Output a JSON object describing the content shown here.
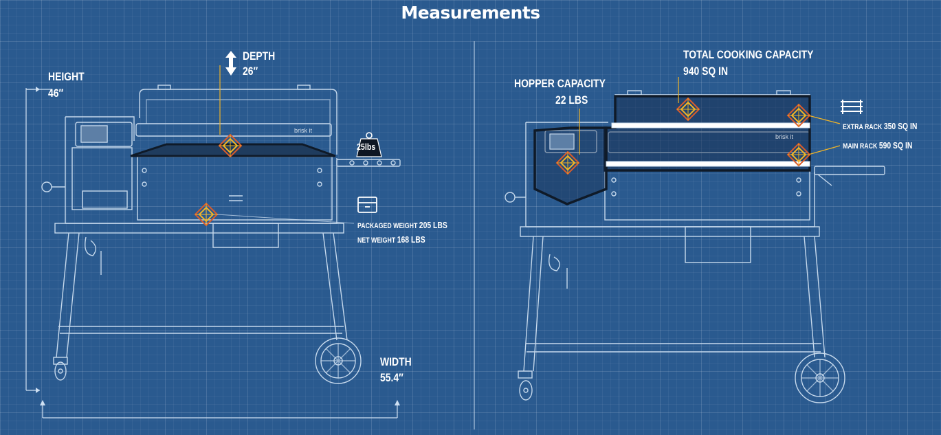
{
  "title": "Measurements",
  "colors": {
    "background": "#2a5a8f",
    "line": "#cfe0f2",
    "marker_outer": "#d95c2b",
    "marker_inner": "#f2b526"
  },
  "left_panel": {
    "height": {
      "label": "HEIGHT",
      "value": "46″"
    },
    "depth": {
      "label": "DEPTH",
      "value": "26″"
    },
    "width": {
      "label": "WIDTH",
      "value": "55.4″"
    },
    "weight_tag": "25lbs",
    "packaged_weight": {
      "label": "PACKAGED WEIGHT",
      "value": "205 LBS"
    },
    "net_weight": {
      "label": "NET WEIGHT",
      "value": "168 LBS"
    },
    "brand": "brisk it",
    "icons": [
      "weight-icon",
      "package-box-icon",
      "arrow-up-down-icon"
    ]
  },
  "right_panel": {
    "hopper": {
      "label": "HOPPER CAPACITY",
      "value": "22 LBS"
    },
    "total_cooking": {
      "label": "TOTAL COOKING CAPACITY",
      "value": "940 SQ IN"
    },
    "extra_rack": {
      "label": "EXTRA RACK",
      "value": "350 SQ IN"
    },
    "main_rack": {
      "label": "MAIN RACK",
      "value": "590 SQ IN"
    },
    "brand": "brisk it",
    "icons": [
      "rack-icon"
    ]
  }
}
